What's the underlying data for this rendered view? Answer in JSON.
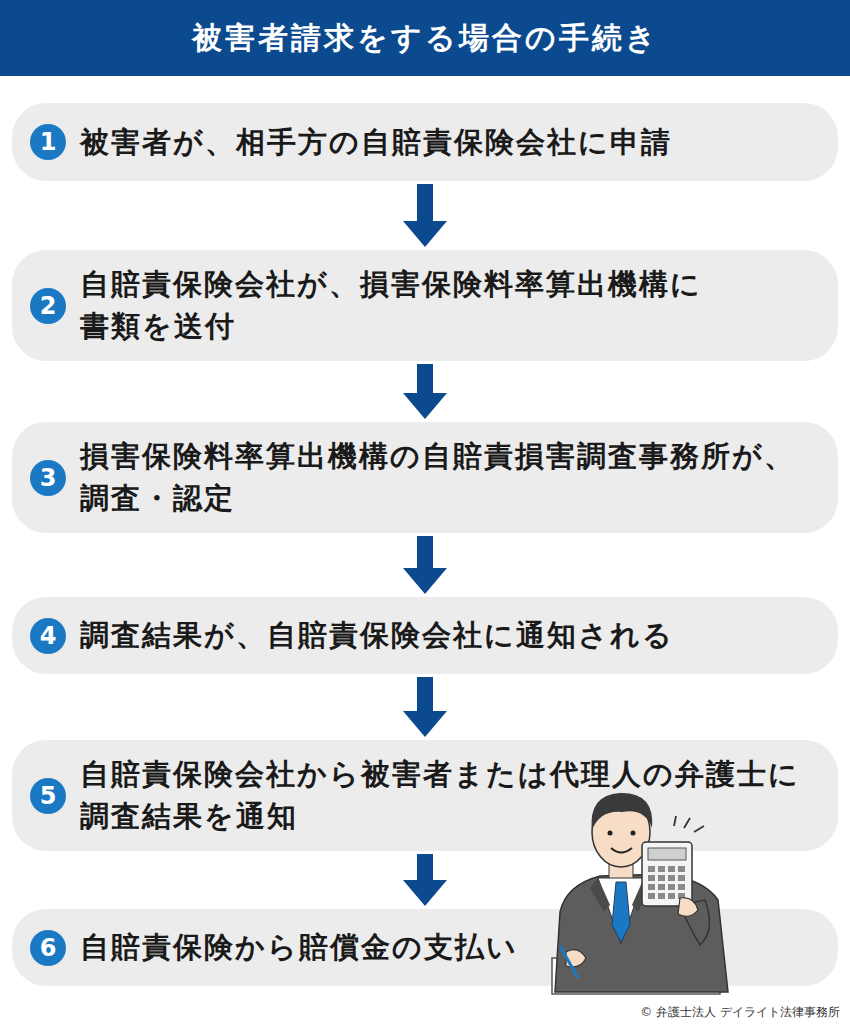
{
  "diagram": {
    "title": "被害者請求をする場合の手続き",
    "nodes": [
      {
        "text": [
          "被害者が、相手方の自賠責保険会社に申請"
        ]
      },
      {
        "text": [
          "1"
        ],
        "in": 0
      },
      {
        "text": [
          "自賠責保険会社が、損害保険料率算出機構に書類を送付"
        ]
      },
      {
        "text": [
          "2"
        ],
        "in": 2
      },
      {
        "text": [
          "損害保険料率算出機構の自賠責損害調査事務所が、調査・認定"
        ]
      },
      {
        "text": [
          "3"
        ],
        "in": 4
      },
      {
        "text": [
          "調査結果が、自賠責保険会社に通知される"
        ]
      },
      {
        "text": [
          "4"
        ],
        "in": 6
      },
      {
        "text": [
          "自賠責保険会社から被害者または代理人の弁護士に調査結果を通知"
        ]
      },
      {
        "text": [
          "5"
        ],
        "in": 8
      },
      {
        "text": [
          "自賠責保険から賠償金の支払い"
        ]
      },
      {
        "text": [
          "6"
        ],
        "in": 10
      }
    ],
    "edges": [
      {
        "from": 0,
        "to": 2,
        "arrow": "to"
      },
      {
        "from": 2,
        "to": 4,
        "arrow": "to"
      },
      {
        "from": 4,
        "to": 6,
        "arrow": "to"
      },
      {
        "from": 6,
        "to": 8,
        "arrow": "to"
      },
      {
        "from": 8,
        "to": 10,
        "arrow": "to"
      }
    ],
    "labels": [
      "© 弁護士法人 デイライト法律事務所"
    ]
  }
}
